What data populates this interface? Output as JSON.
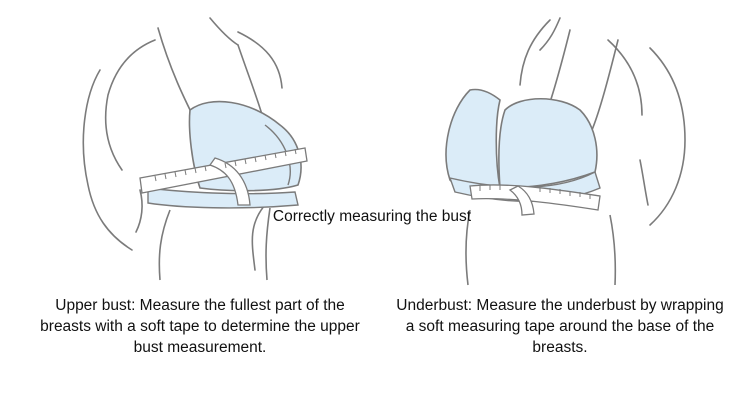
{
  "center_caption": "Correctly measuring the bust",
  "left_caption": "Upper bust: Measure the fullest part of the breasts with a soft tape to determine the upper bust measurement.",
  "right_caption": "Underbust: Measure the underbust by wrapping a soft measuring tape around the base of the breasts.",
  "colors": {
    "line": "#7b7b7b",
    "bra_fill": "#dbecf8",
    "tape_fill": "#ffffff"
  }
}
